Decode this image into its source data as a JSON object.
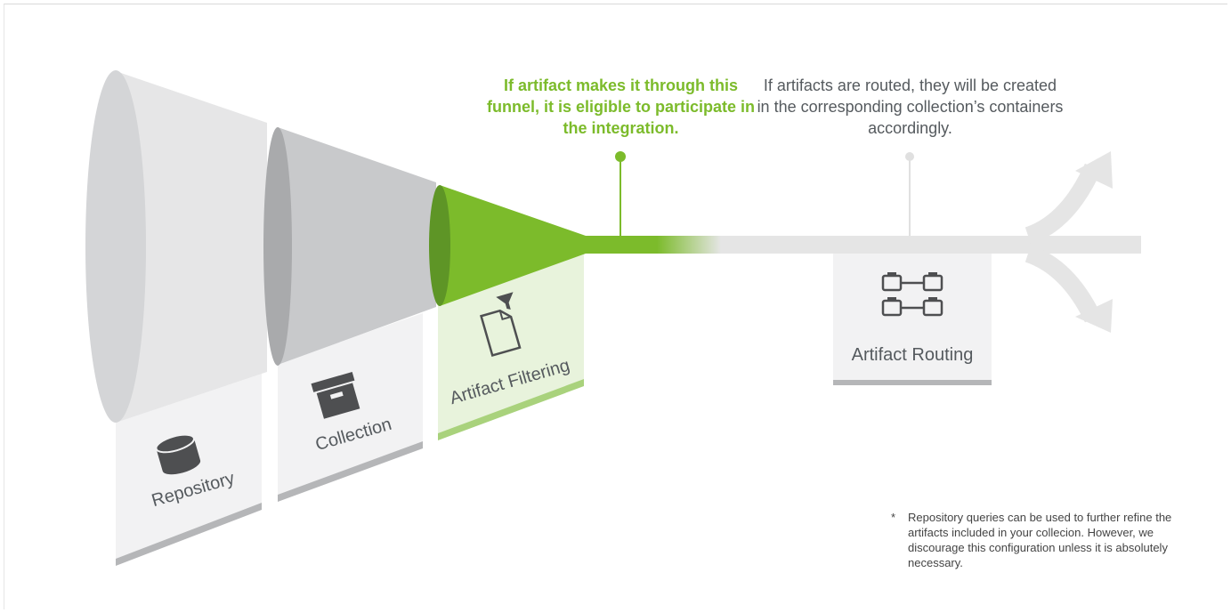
{
  "callouts": {
    "filtering_note": "If artifact makes it through this funnel, it is eligible to participate in the integration.",
    "routing_note": "If artifacts are routed, they will be created in the corresponding collection’s containers accordingly."
  },
  "stages": {
    "repository": "Repository",
    "collection": "Collection",
    "filtering": "Artifact Filtering",
    "routing": "Artifact Routing"
  },
  "footnote": {
    "marker": "*",
    "text": "Repository queries can be used to further refine the artifacts included in your collecion. However, we discourage this configuration unless it is absolutely necessary."
  },
  "colors": {
    "accent_green": "#7cbb2b",
    "text_gray": "#555a5e",
    "light_gray": "#e5e5e5"
  },
  "icons": [
    "database-icon",
    "archive-box-icon",
    "filtered-document-icon",
    "routing-nodes-icon",
    "split-arrow-icon"
  ]
}
